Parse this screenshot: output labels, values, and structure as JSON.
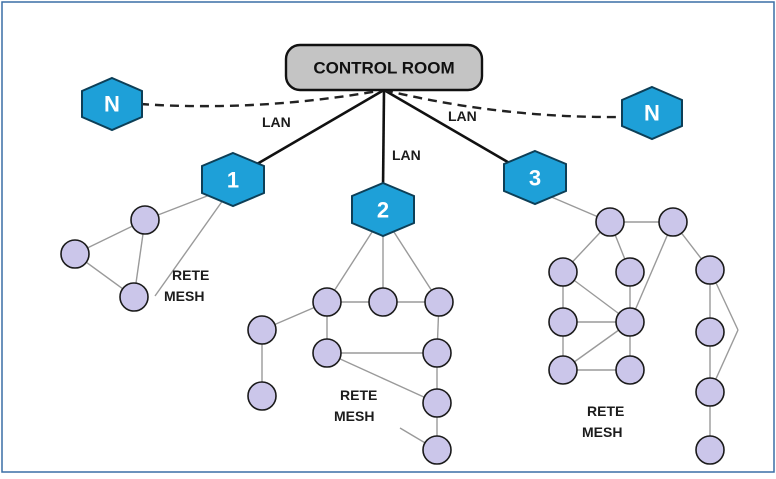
{
  "diagram": {
    "colors": {
      "border": "#3a6ea5",
      "hex_fill": "#1ea0d8",
      "node_fill": "#cbc6ea",
      "control_room_fill": "#c4c4c4"
    },
    "control_room": {
      "label": "CONTROL ROOM"
    },
    "hubs": [
      {
        "id": "n-left",
        "label": "N"
      },
      {
        "id": "n-right",
        "label": "N"
      },
      {
        "id": "hub-1",
        "label": "1"
      },
      {
        "id": "hub-2",
        "label": "2"
      },
      {
        "id": "hub-3",
        "label": "3"
      }
    ],
    "lan_labels": [
      "LAN",
      "LAN",
      "LAN"
    ],
    "mesh_labels": [
      {
        "line1": "RETE",
        "line2": "MESH"
      },
      {
        "line1": "RETE",
        "line2": "MESH"
      },
      {
        "line1": "RETE",
        "line2": "MESH"
      }
    ]
  }
}
